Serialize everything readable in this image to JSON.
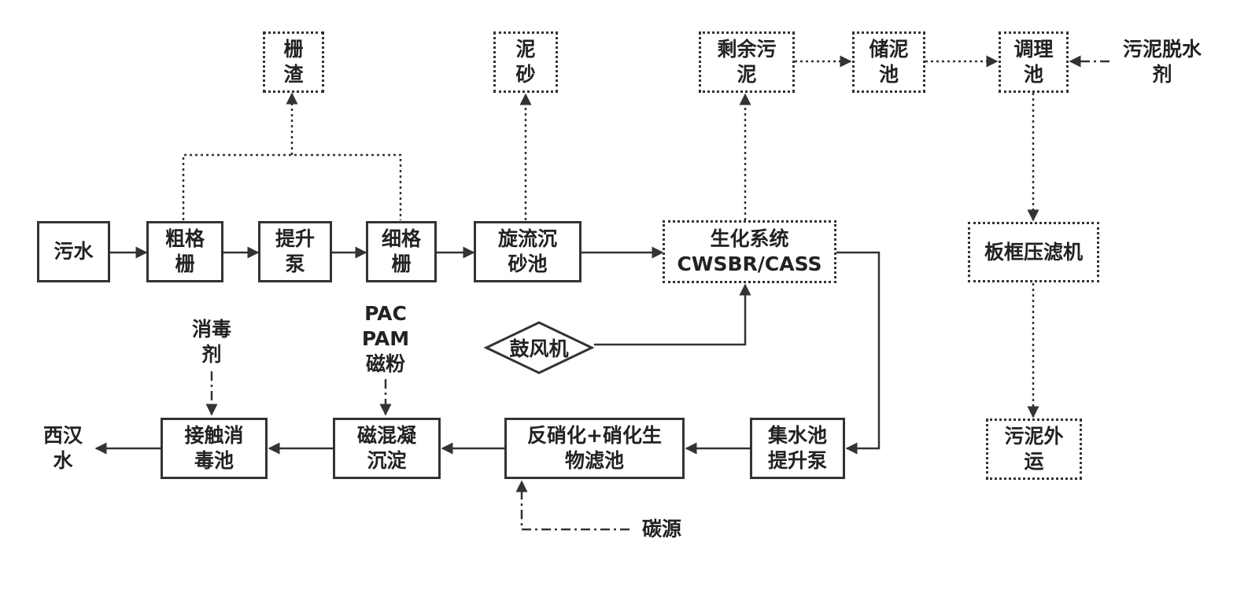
{
  "nodes": {
    "sewage": "污水",
    "coarse_screen": "粗格\n栅",
    "lift_pump": "提升\n泵",
    "fine_screen": "细格\n栅",
    "vortex_grit": "旋流沉\n砂池",
    "bio_system": "生化系统\nCWSBR/CASS",
    "screenings": "栅\n渣",
    "grit": "泥\n砂",
    "excess_sludge": "剩余污\n泥",
    "sludge_storage": "储泥\n池",
    "conditioning_tank": "调理\n池",
    "dewatering_agent": "污泥脱水\n剂",
    "filter_press": "板框压滤机",
    "sludge_transport": "污泥外\n运",
    "blower": "鼓风机",
    "collection_pump": "集水池\n提升泵",
    "denitrification_filter": "反硝化+硝化生\n物滤池",
    "magnetic_settling": "磁混凝\n沉淀",
    "contact_disinfection": "接触消\n毒池",
    "outlet": "西汉\n水",
    "disinfectant": "消毒\n剂",
    "chemicals": "PAC\nPAM\n磁粉",
    "carbon_source": "碳源"
  }
}
